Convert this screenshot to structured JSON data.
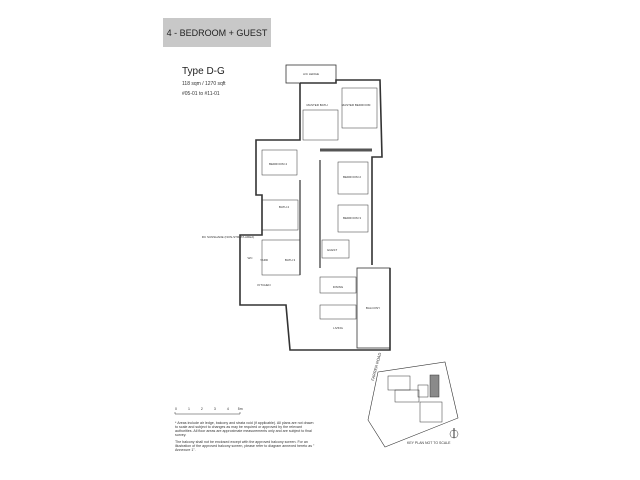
{
  "header": {
    "title": "4 - BEDROOM + GUEST"
  },
  "unit": {
    "type": "Type D-G",
    "area": "118 sqm / 1270 sqft",
    "units": "#05-01 to #11-01"
  },
  "rooms": {
    "ac_ledge": "A/C LEDGE",
    "master_bath": "MASTER BATH",
    "master_bedroom": "MASTER BEDROOM",
    "bedroom4": "BEDROOM 4",
    "bedroom2": "BEDROOM 2",
    "bedroom3": "BEDROOM 3",
    "bath2": "BATH 2",
    "bath3": "BATH 3",
    "guest": "GUEST",
    "wc": "WC",
    "yard": "YARD",
    "kitchen": "KITCHEN",
    "dining": "DINING",
    "living": "LIVING",
    "balcony": "BALCONY",
    "sunshade": "RC SUNSHADE (NON-STRATA AREA)"
  },
  "scale": {
    "ticks": [
      "0",
      "1",
      "2",
      "3",
      "4",
      "5m"
    ]
  },
  "notes": [
    "* Areas include air ledge, balcony and strata void (if applicable). All plans are not drawn to scale and subject to changes as may be required or approved by the relevant authorities. All floor areas are approximate measurements only and are subject to final survey.",
    "The balcony shall not be enclosed except with the approved balcony screen. For an illustration of the approved balcony screen, please refer to diagram annexed hereto as \" Annexure 1\"."
  ],
  "keyplan": {
    "road": "FARRER ROAD",
    "caption": "KEY PLAN NOT TO SCALE",
    "highlight": "#8a8a8a"
  }
}
